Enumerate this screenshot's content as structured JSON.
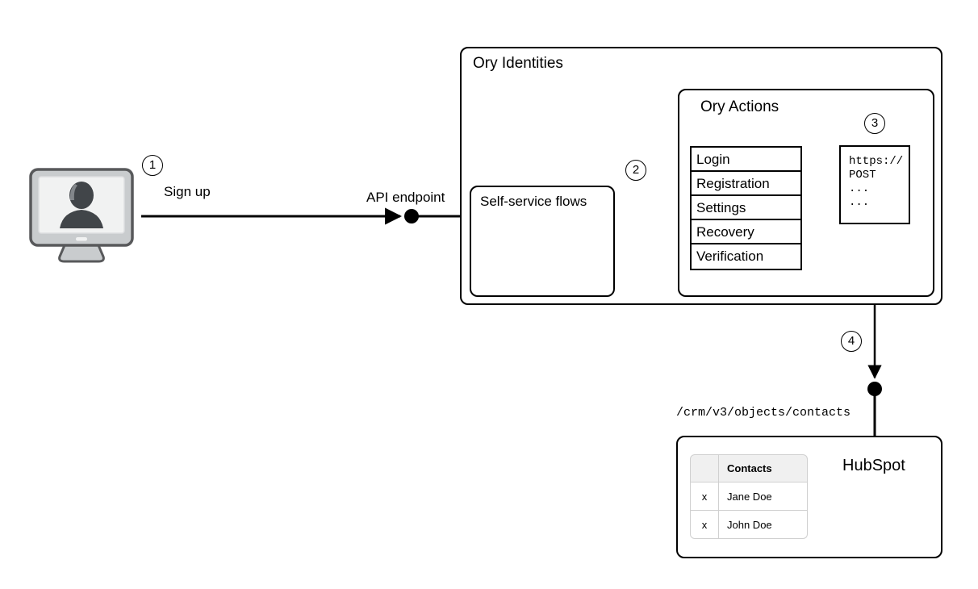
{
  "diagram": {
    "title_hidden": "Ory Identities HubSpot registration webhook flow",
    "steps": {
      "one": "1",
      "two": "2",
      "three": "3",
      "four": "4"
    },
    "labels": {
      "sign_up": "Sign up",
      "api_endpoint": "API endpoint",
      "crm_path": "/crm/v3/objects/contacts"
    },
    "client": {
      "icon": "user-monitor-icon"
    },
    "ory_identities": {
      "title": "Ory Identities",
      "self_service": {
        "title": "Self-service flows"
      },
      "ory_actions": {
        "title": "Ory Actions",
        "flows": [
          "Login",
          "Registration",
          "Settings",
          "Recovery",
          "Verification"
        ],
        "webhook": {
          "lines": [
            "https://",
            "POST",
            "...",
            "..."
          ]
        }
      }
    },
    "hubspot": {
      "title": "HubSpot",
      "table": {
        "headers": [
          "",
          "Contacts"
        ],
        "rows": [
          [
            "x",
            "Jane Doe"
          ],
          [
            "x",
            "John Doe"
          ]
        ]
      }
    },
    "colors": {
      "stroke": "#000000",
      "background": "#ffffff",
      "monitor_bezel": "#c9ccce",
      "monitor_screen": "#f1f2f2",
      "monitor_outline": "#58595b",
      "person": "#414549",
      "table_header_bg": "#f0f0f0",
      "table_border": "#d0d0d0"
    }
  }
}
